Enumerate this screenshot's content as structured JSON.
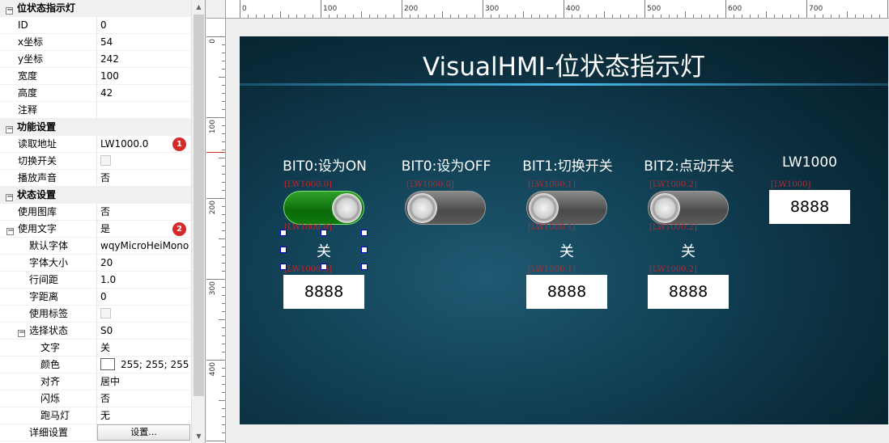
{
  "properties": {
    "rows": [
      {
        "type": "group",
        "label": "位状态指示灯"
      },
      {
        "type": "prop",
        "label": "ID",
        "value": "0"
      },
      {
        "type": "prop",
        "label": "x坐标",
        "value": "54"
      },
      {
        "type": "prop",
        "label": "y坐标",
        "value": "242"
      },
      {
        "type": "prop",
        "label": "宽度",
        "value": "100"
      },
      {
        "type": "prop",
        "label": "高度",
        "value": "42"
      },
      {
        "type": "prop",
        "label": "注释",
        "value": ""
      },
      {
        "type": "group",
        "label": "功能设置"
      },
      {
        "type": "prop",
        "label": "读取地址",
        "value": "LW1000.0",
        "badge": "1"
      },
      {
        "type": "check",
        "label": "切换开关"
      },
      {
        "type": "prop",
        "label": "播放声音",
        "value": "否"
      },
      {
        "type": "group",
        "label": "状态设置"
      },
      {
        "type": "prop",
        "label": "使用图库",
        "value": "否"
      },
      {
        "type": "subgroup",
        "label": "使用文字",
        "value": "是",
        "badge": "2"
      },
      {
        "type": "prop2",
        "label": "默认字体",
        "value": "wqyMicroHeiMono"
      },
      {
        "type": "prop2",
        "label": "字体大小",
        "value": "20"
      },
      {
        "type": "prop2",
        "label": "行间距",
        "value": "1.0"
      },
      {
        "type": "prop2",
        "label": "字距离",
        "value": "0"
      },
      {
        "type": "check2",
        "label": "使用标签"
      },
      {
        "type": "subgroup2",
        "label": "选择状态",
        "value": "S0"
      },
      {
        "type": "prop3",
        "label": "文字",
        "value": "关"
      },
      {
        "type": "color3",
        "label": "颜色",
        "value": "255; 255; 255"
      },
      {
        "type": "prop3",
        "label": "对齐",
        "value": "居中"
      },
      {
        "type": "prop3",
        "label": "闪烁",
        "value": "否"
      },
      {
        "type": "prop3",
        "label": "跑马灯",
        "value": "无"
      },
      {
        "type": "button2",
        "label": "详细设置",
        "value": "设置..."
      }
    ]
  },
  "ruler": {
    "top_labels": [
      "0",
      "100",
      "200",
      "300",
      "400",
      "500",
      "600",
      "700"
    ],
    "left_labels": [
      "0",
      "100",
      "200",
      "300",
      "400"
    ]
  },
  "hmi": {
    "title": "VisualHMI-位状态指示灯",
    "columns": [
      {
        "heading": "BIT0:设为ON",
        "switch_tag": "[LW1000.0]",
        "switch_state": "on",
        "state_tag": "[LW1000.0]",
        "state_text": "关",
        "num_tag": "[LW1000.0]",
        "num_value": "8888",
        "selected": true
      },
      {
        "heading": "BIT0:设为OFF",
        "switch_tag": "[LW1000.0]",
        "switch_state": "off"
      },
      {
        "heading": "BIT1:切换开关",
        "switch_tag": "[LW1000.1]",
        "switch_state": "off",
        "state_tag": "[LW1000.1]",
        "state_text": "关",
        "num_tag": "[LW1000.1]",
        "num_value": "8888"
      },
      {
        "heading": "BIT2:点动开关",
        "switch_tag": "[LW1000.2]",
        "switch_state": "off",
        "state_tag": "[LW1000.2]",
        "state_text": "关",
        "num_tag": "[LW1000.2]",
        "num_value": "8888"
      }
    ],
    "lw": {
      "heading": "LW1000",
      "tag": "[LW1000]",
      "value": "8888"
    }
  },
  "colors": {
    "canvas_bg": "#124257",
    "switch_on": "#0c6b0a",
    "tag_red": "#c0262c",
    "badge_red": "#d42a2a",
    "selection_handle": "#0000c8"
  }
}
